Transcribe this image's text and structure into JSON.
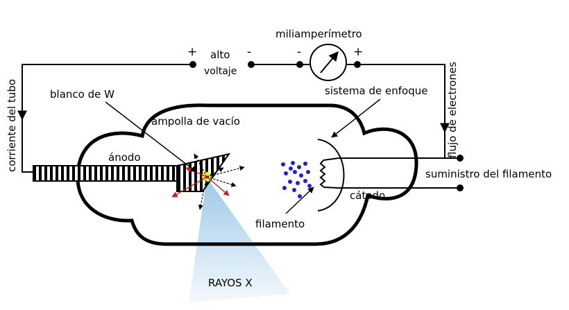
{
  "labels": {
    "miliamperimetro": "miliamperímetro",
    "alto": "alto",
    "voltaje": "voltaje",
    "corriente": "corriente del tubo",
    "flujo": "flujo de electrones",
    "blanco": "blanco de W",
    "ampolla": "ampolla de vacío",
    "sistema": "sistema de enfoque",
    "anodo": "ánodo",
    "suministro": "suministro del filamento",
    "catodo": "cátodo",
    "filamento": "filamento",
    "rayos": "RAYOS X"
  },
  "signs": {
    "plus": "+",
    "minus": "-"
  },
  "colors": {
    "line": "#000000",
    "electron": "#1f1fd6",
    "focal_spot": "#f2f20f",
    "beam_top": "#9cc9e6",
    "beam_bottom": "#f4f9fd",
    "red_arrow": "#c81e1e"
  },
  "icons": {
    "ammeter": "ammeter-gauge-icon"
  }
}
